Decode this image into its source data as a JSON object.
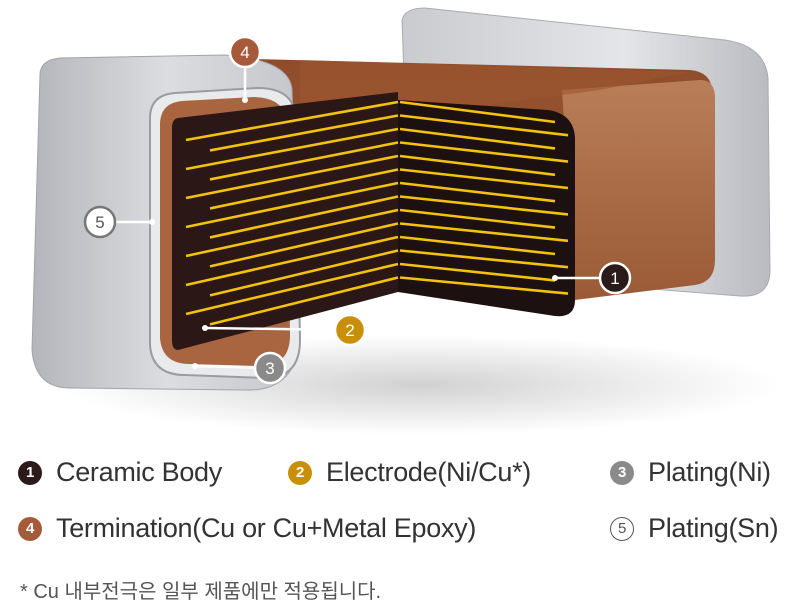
{
  "components": [
    {
      "number": "1",
      "label": "Ceramic Body",
      "color": "#2b1a1a",
      "style": "filled"
    },
    {
      "number": "2",
      "label": "Electrode(Ni/Cu*)",
      "color": "#c8900a",
      "style": "filled"
    },
    {
      "number": "3",
      "label": "Plating(Ni)",
      "color": "#8a8a8a",
      "style": "filled"
    },
    {
      "number": "4",
      "label": "Termination(Cu or Cu+Metal Epoxy)",
      "color": "#a65a3a",
      "style": "filled"
    },
    {
      "number": "5",
      "label": "Plating(Sn)",
      "color": "#ffffff",
      "style": "outline"
    }
  ],
  "footnote": "* Cu 내부전극은 일부 제품에만 적용됩니다.",
  "colors": {
    "ceramic": "#2a1716",
    "electrode": "#f2c20f",
    "termination": "#a86a45",
    "plating_sn": "#d4d6da",
    "plating_ni": "#c8c9cc"
  }
}
